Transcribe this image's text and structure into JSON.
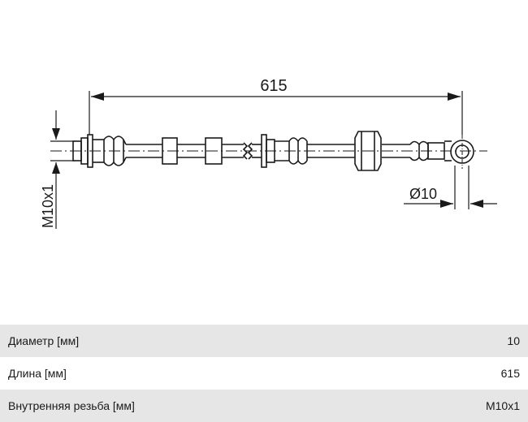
{
  "drawing": {
    "length_dim": "615",
    "diameter_dim": "Ø10",
    "thread_dim": "M10x1"
  },
  "specs": [
    {
      "label": "Диаметр [мм]",
      "value": "10"
    },
    {
      "label": "Длина [мм]",
      "value": "615"
    },
    {
      "label": "Внутренняя резьба [мм]",
      "value": "M10x1"
    }
  ]
}
